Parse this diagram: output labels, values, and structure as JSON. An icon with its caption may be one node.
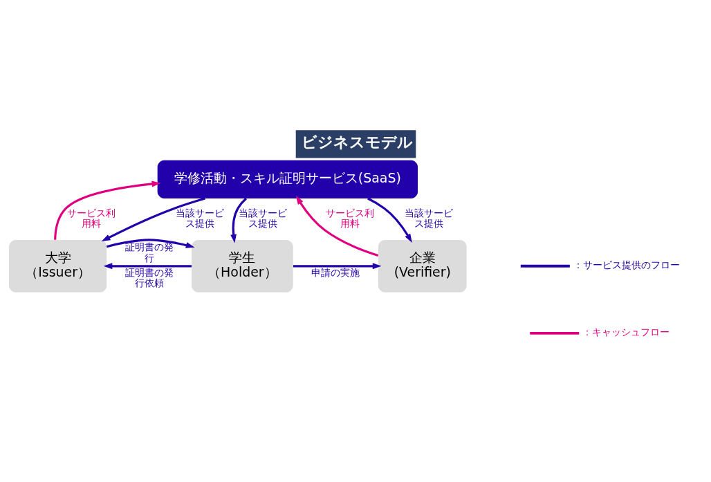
{
  "diagram": {
    "title": "ビジネスモデル",
    "nodes": [
      {
        "text": [
          "大学",
          "（Issuer）"
        ]
      },
      {
        "text": [
          "学生",
          "（Holder）"
        ]
      },
      {
        "text": [
          "企業",
          "(Verifier)"
        ]
      },
      {
        "text": [
          "学修活動・スキル証明サービス(SaaS)"
        ]
      }
    ],
    "edges": [
      {
        "from": 1,
        "to": 0,
        "arrow": "to",
        "label": "証明書の発行依頼"
      },
      {
        "from": 0,
        "to": 1,
        "arrow": "to",
        "label": "証明書の発行"
      },
      {
        "from": 1,
        "to": 2,
        "arrow": "to",
        "label": "申請の実施"
      },
      {
        "from": 3,
        "to": 0,
        "arrow": "to",
        "label": "当該サービス提供"
      },
      {
        "from": 0,
        "to": 3,
        "arrow": "to",
        "label": "サービス利用料",
        "color": "#e0007f"
      },
      {
        "from": 3,
        "to": 1,
        "arrow": "to",
        "label": "当該サービス提供"
      },
      {
        "from": 3,
        "to": 2,
        "arrow": "to",
        "label": "当該サービス提供"
      },
      {
        "from": 2,
        "to": 3,
        "arrow": "to",
        "label": "サービス利用料",
        "color": "#e0007f"
      }
    ],
    "legend": [
      {
        "text": "：サービス提供のフロー"
      },
      {
        "text": "：キャッシュフロー"
      }
    ]
  }
}
